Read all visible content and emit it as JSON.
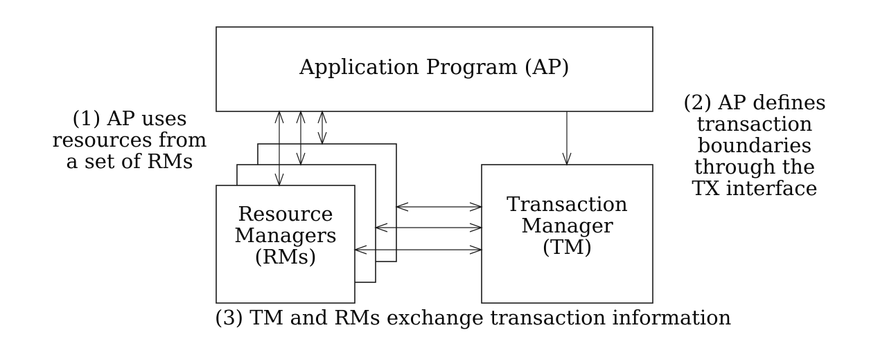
{
  "boxes": {
    "ap": {
      "label": "Application Program (AP)"
    },
    "rm": {
      "lines": [
        "Resource",
        "Managers",
        "(RMs)"
      ]
    },
    "tm": {
      "lines": [
        "Transaction",
        "Manager",
        "(TM)"
      ]
    }
  },
  "annotations": {
    "left": {
      "lines": [
        "(1) AP uses",
        "resources from",
        "a set of RMs"
      ]
    },
    "right": {
      "lines": [
        "(2) AP defines",
        "transaction",
        "boundaries",
        "through the",
        "TX interface"
      ]
    },
    "bottom": {
      "text": "(3) TM and RMs exchange transaction information"
    }
  },
  "colors": {
    "background": "#ffffff",
    "line": "#1a1a1a",
    "text": "#0a0a0a"
  }
}
